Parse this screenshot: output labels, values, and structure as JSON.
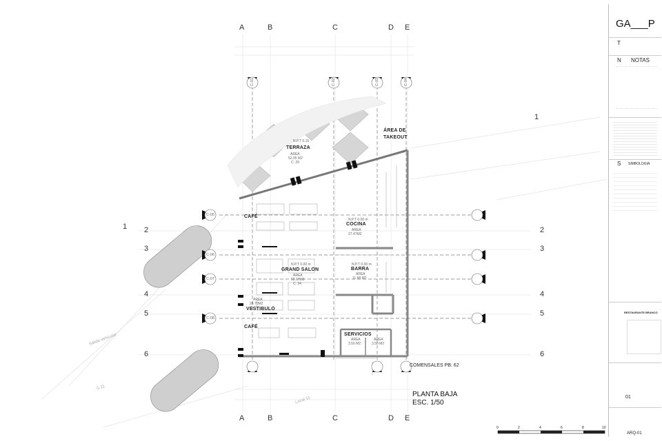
{
  "grid": {
    "columns": [
      "A",
      "B",
      "C",
      "D",
      "E"
    ],
    "rows": [
      "1",
      "2",
      "3",
      "4",
      "5",
      "6"
    ],
    "sections": [
      "C-01",
      "C-02",
      "C-03",
      "C-04",
      "C-05",
      "C-06",
      "C-07",
      "C-08"
    ]
  },
  "rooms": {
    "terraza": {
      "name": "TERRAZA",
      "level": "N.P.T 0.15",
      "area_label": "ÁREA",
      "area": "52.05 M2",
      "code": "C: 29"
    },
    "area_takeout": {
      "line1": "ÁREA DE",
      "line2": "TAKEOUT"
    },
    "cafe_top": {
      "name": "CAFÉ"
    },
    "cocina": {
      "name": "COCINA",
      "level": "N.P.T 0.00 m",
      "area_label": "ÁREA",
      "area": "27.47M2"
    },
    "grand_salon": {
      "name": "GRAND SALON",
      "level": "N.P.T 0.00 m",
      "area_label": "ÁREA",
      "area": "50.17M2",
      "code": "C: 34"
    },
    "barra": {
      "name": "BARRA",
      "level": "N.P.T 0.00 m",
      "area_label": "ÁREA",
      "area": "11.98 M2"
    },
    "vestibulo": {
      "name": "VESTIBULO",
      "area_label": "ÁREA",
      "area": "28.70M2"
    },
    "cafe_bottom": {
      "name": "CAFÉ"
    },
    "servicios": {
      "name": "SERVICIOS",
      "area_label": "ÁREA",
      "area": "3.50 M2"
    }
  },
  "comensales": "COMENSALES PB: 62",
  "plan_title": {
    "line1": "PLANTA BAJA",
    "line2": "ESC. 1/50"
  },
  "side_labels": {
    "salida": "Salida vehicular",
    "local": "Local 11",
    "s11": "S-11"
  },
  "panel": {
    "header": "GA___P",
    "t_letter": "T",
    "notas_letter": "N",
    "notas_title": "NOTAS",
    "s_letter": "S",
    "simbologia_title": "SIMBOLOGIA",
    "restaurant": "RESTAURANTE BRANCO",
    "sheet_number": "01",
    "sheet_code": "ARQ-01"
  },
  "scale_bar": {
    "ticks": [
      "0",
      "2",
      "4",
      "6",
      "8",
      "10"
    ]
  }
}
